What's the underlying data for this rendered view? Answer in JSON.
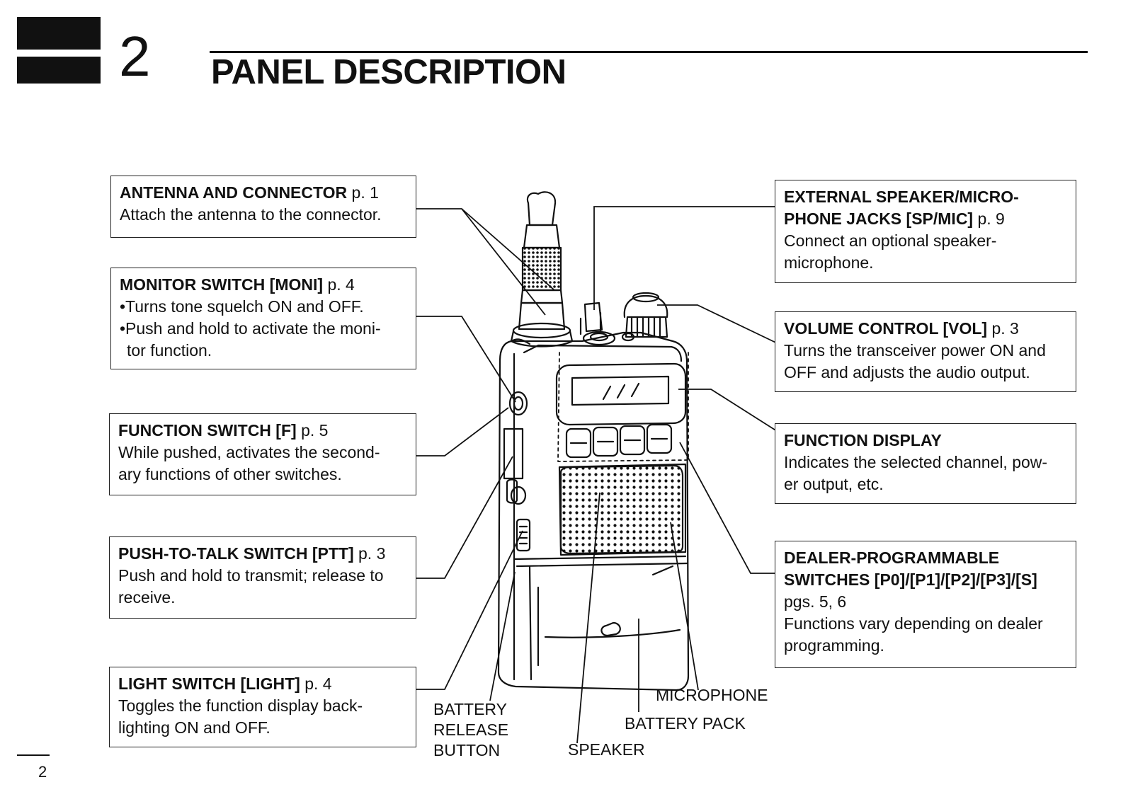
{
  "chapter": {
    "number": "2",
    "title": "PANEL DESCRIPTION"
  },
  "boxes": {
    "antenna": {
      "title": "ANTENNA AND CONNECTOR",
      "page": "p. 1",
      "lines": [
        "Attach the antenna to the connector."
      ]
    },
    "monitor": {
      "title": "MONITOR SWITCH [MONI]",
      "page": "p. 4",
      "lines": [
        "•Turns tone squelch ON and OFF.",
        "•Push and hold to activate the moni-",
        "tor function."
      ]
    },
    "function": {
      "title": "FUNCTION SWITCH [F]",
      "page": "p. 5",
      "lines": [
        "While pushed, activates the second-",
        "ary functions of other switches."
      ]
    },
    "ptt": {
      "title": "PUSH-TO-TALK SWITCH [PTT]",
      "page": "p. 3",
      "lines": [
        "Push and hold to transmit; release to",
        "receive."
      ]
    },
    "light": {
      "title": "LIGHT SWITCH [LIGHT]",
      "page": "p. 4",
      "lines": [
        "Toggles the function display back-",
        "lighting ON and OFF."
      ]
    },
    "ext": {
      "title1": "EXTERNAL SPEAKER/MICRO-",
      "title2": "PHONE JACKS [SP/MIC]",
      "page": "p. 9",
      "lines": [
        "Connect an optional speaker-",
        "microphone."
      ]
    },
    "volume": {
      "title": "VOLUME CONTROL [VOL]",
      "page": "p. 3",
      "lines": [
        "Turns the transceiver power ON and",
        "OFF and adjusts the audio output."
      ]
    },
    "display": {
      "title": "FUNCTION DISPLAY",
      "lines": [
        "Indicates the selected channel, pow-",
        "er output, etc."
      ]
    },
    "dealer": {
      "title1": "DEALER-PROGRAMMABLE",
      "title2": "SWITCHES [P0]/[P1]/[P2]/[P3]/[S]",
      "lines": [
        "pgs. 5, 6",
        "Functions vary depending on dealer",
        "programming."
      ]
    }
  },
  "callouts": {
    "battery_release": [
      "BATTERY",
      "RELEASE",
      "BUTTON"
    ],
    "speaker": "SPEAKER",
    "battery_pack": "BATTERY PACK",
    "microphone": "MICROPHONE"
  },
  "footer": {
    "page_number": "2"
  }
}
